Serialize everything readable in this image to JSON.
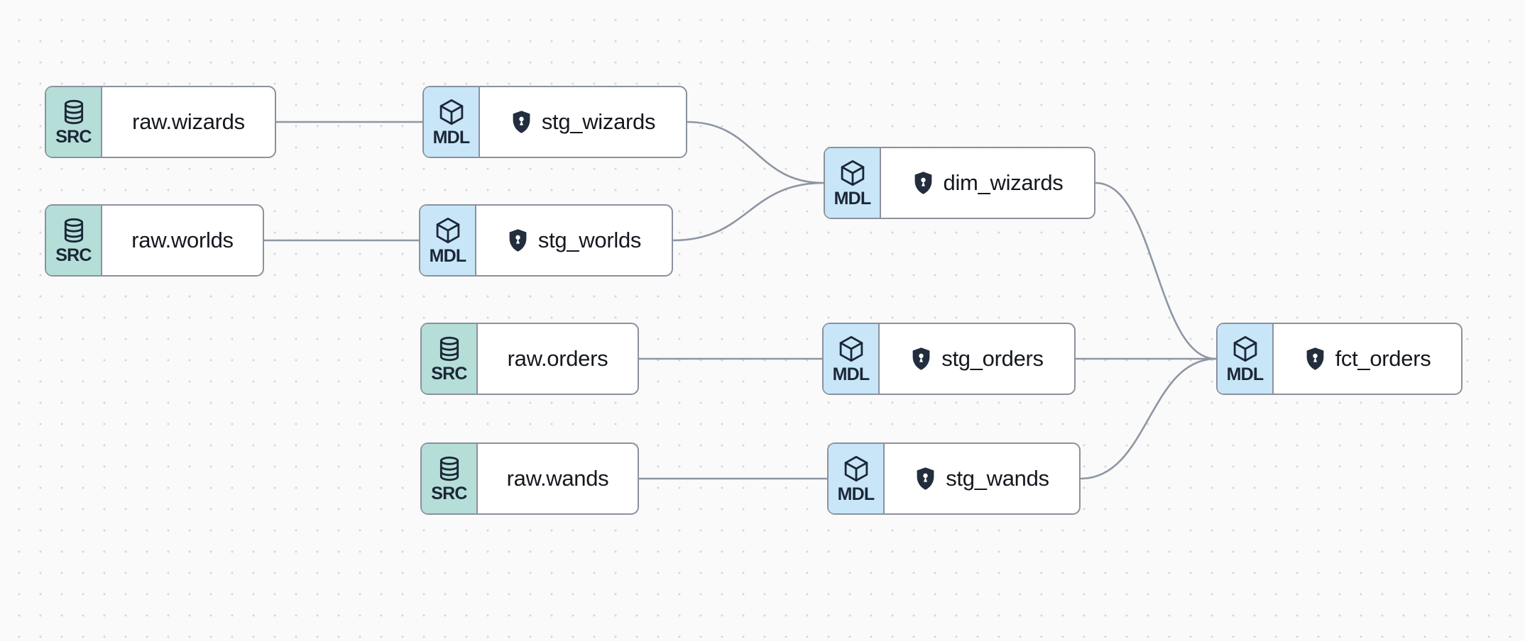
{
  "badges": {
    "source": "SRC",
    "model": "MDL"
  },
  "colors": {
    "canvas_background": "#fafafa",
    "grid_dot": "#d7d7d9",
    "source_badge_background": "#b5ded8",
    "model_badge_background": "#c8e6f8",
    "node_border": "#8b919d",
    "edge_stroke": "#8e96a4",
    "icon_dark": "#1b2737",
    "label_text": "#15181e",
    "shield_fill": "#222d3d"
  },
  "nodes": [
    {
      "id": "raw.wizards",
      "label": "raw.wizards",
      "type": "source",
      "badge": "SRC",
      "protected": false
    },
    {
      "id": "stg_wizards",
      "label": "stg_wizards",
      "type": "model",
      "badge": "MDL",
      "protected": true
    },
    {
      "id": "raw.worlds",
      "label": "raw.worlds",
      "type": "source",
      "badge": "SRC",
      "protected": false
    },
    {
      "id": "stg_worlds",
      "label": "stg_worlds",
      "type": "model",
      "badge": "MDL",
      "protected": true
    },
    {
      "id": "dim_wizards",
      "label": "dim_wizards",
      "type": "model",
      "badge": "MDL",
      "protected": true
    },
    {
      "id": "raw.orders",
      "label": "raw.orders",
      "type": "source",
      "badge": "SRC",
      "protected": false
    },
    {
      "id": "stg_orders",
      "label": "stg_orders",
      "type": "model",
      "badge": "MDL",
      "protected": true
    },
    {
      "id": "raw.wands",
      "label": "raw.wands",
      "type": "source",
      "badge": "SRC",
      "protected": false
    },
    {
      "id": "stg_wands",
      "label": "stg_wands",
      "type": "model",
      "badge": "MDL",
      "protected": true
    },
    {
      "id": "fct_orders",
      "label": "fct_orders",
      "type": "model",
      "badge": "MDL",
      "protected": true
    }
  ],
  "edges": [
    {
      "from": "raw.wizards",
      "to": "stg_wizards"
    },
    {
      "from": "raw.worlds",
      "to": "stg_worlds"
    },
    {
      "from": "stg_wizards",
      "to": "dim_wizards"
    },
    {
      "from": "stg_worlds",
      "to": "dim_wizards"
    },
    {
      "from": "raw.orders",
      "to": "stg_orders"
    },
    {
      "from": "raw.wands",
      "to": "stg_wands"
    },
    {
      "from": "stg_orders",
      "to": "fct_orders"
    },
    {
      "from": "stg_wands",
      "to": "fct_orders"
    },
    {
      "from": "dim_wizards",
      "to": "fct_orders"
    }
  ]
}
